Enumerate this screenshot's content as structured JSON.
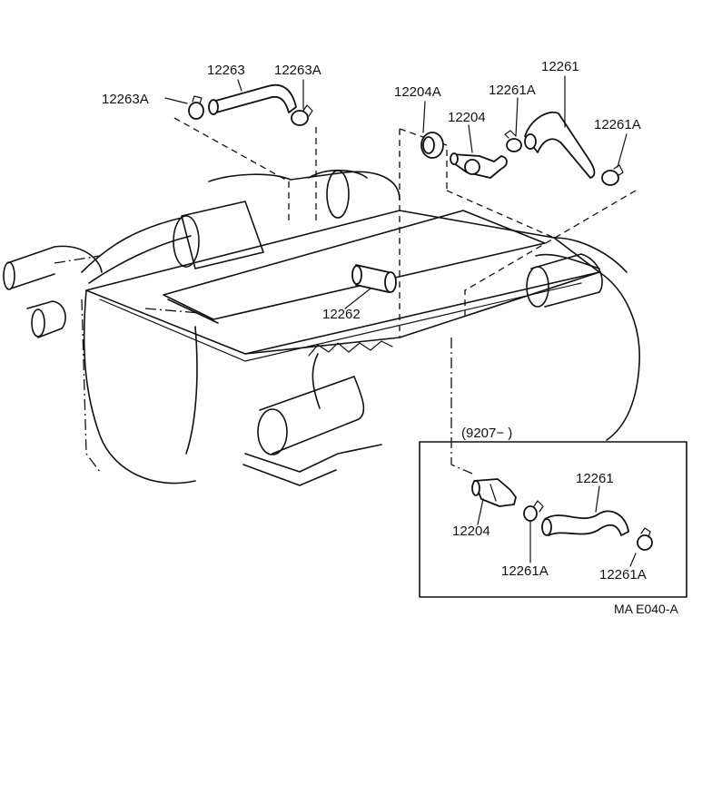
{
  "labels": {
    "p12263": "12263",
    "p12263A_top": "12263A",
    "p12263A_left": "12263A",
    "p12204A": "12204A",
    "p12204": "12204",
    "p12261A_top": "12261A",
    "p12261": "12261",
    "p12261A_right": "12261A",
    "p12262": "12262"
  },
  "inset": {
    "date_range": "(9207−      )",
    "p12261": "12261",
    "p12204": "12204",
    "p12261A_left": "12261A",
    "p12261A_right": "12261A"
  },
  "diagram_code": "MA E040-A"
}
